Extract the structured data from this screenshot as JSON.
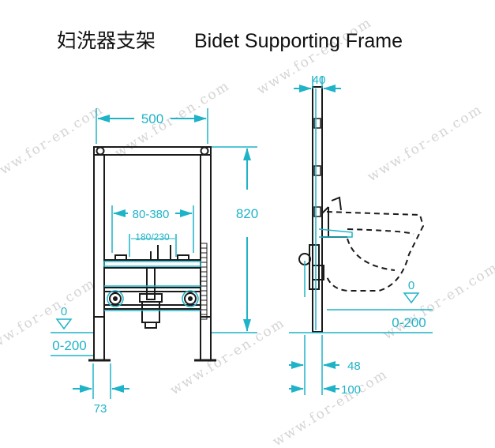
{
  "title": {
    "chinese": "妇洗器支架",
    "english": "Bidet Supporting Frame"
  },
  "watermark": "www.for-en.com",
  "front_view": {
    "width": "500",
    "fixing_spacing": "80-380",
    "pipe_spacing": "180/230",
    "floor_mark": "0",
    "floor_range": "0-200",
    "foot_width": "73"
  },
  "side_view": {
    "frame_depth": "40",
    "height": "820",
    "floor_mark": "0",
    "floor_range": "0-200",
    "foot_depth": "48",
    "wall_offset": "100"
  },
  "colors": {
    "dimension": "#1fb3c8",
    "drawing": "#1a1a1a",
    "watermark": "#d4d4d4"
  }
}
